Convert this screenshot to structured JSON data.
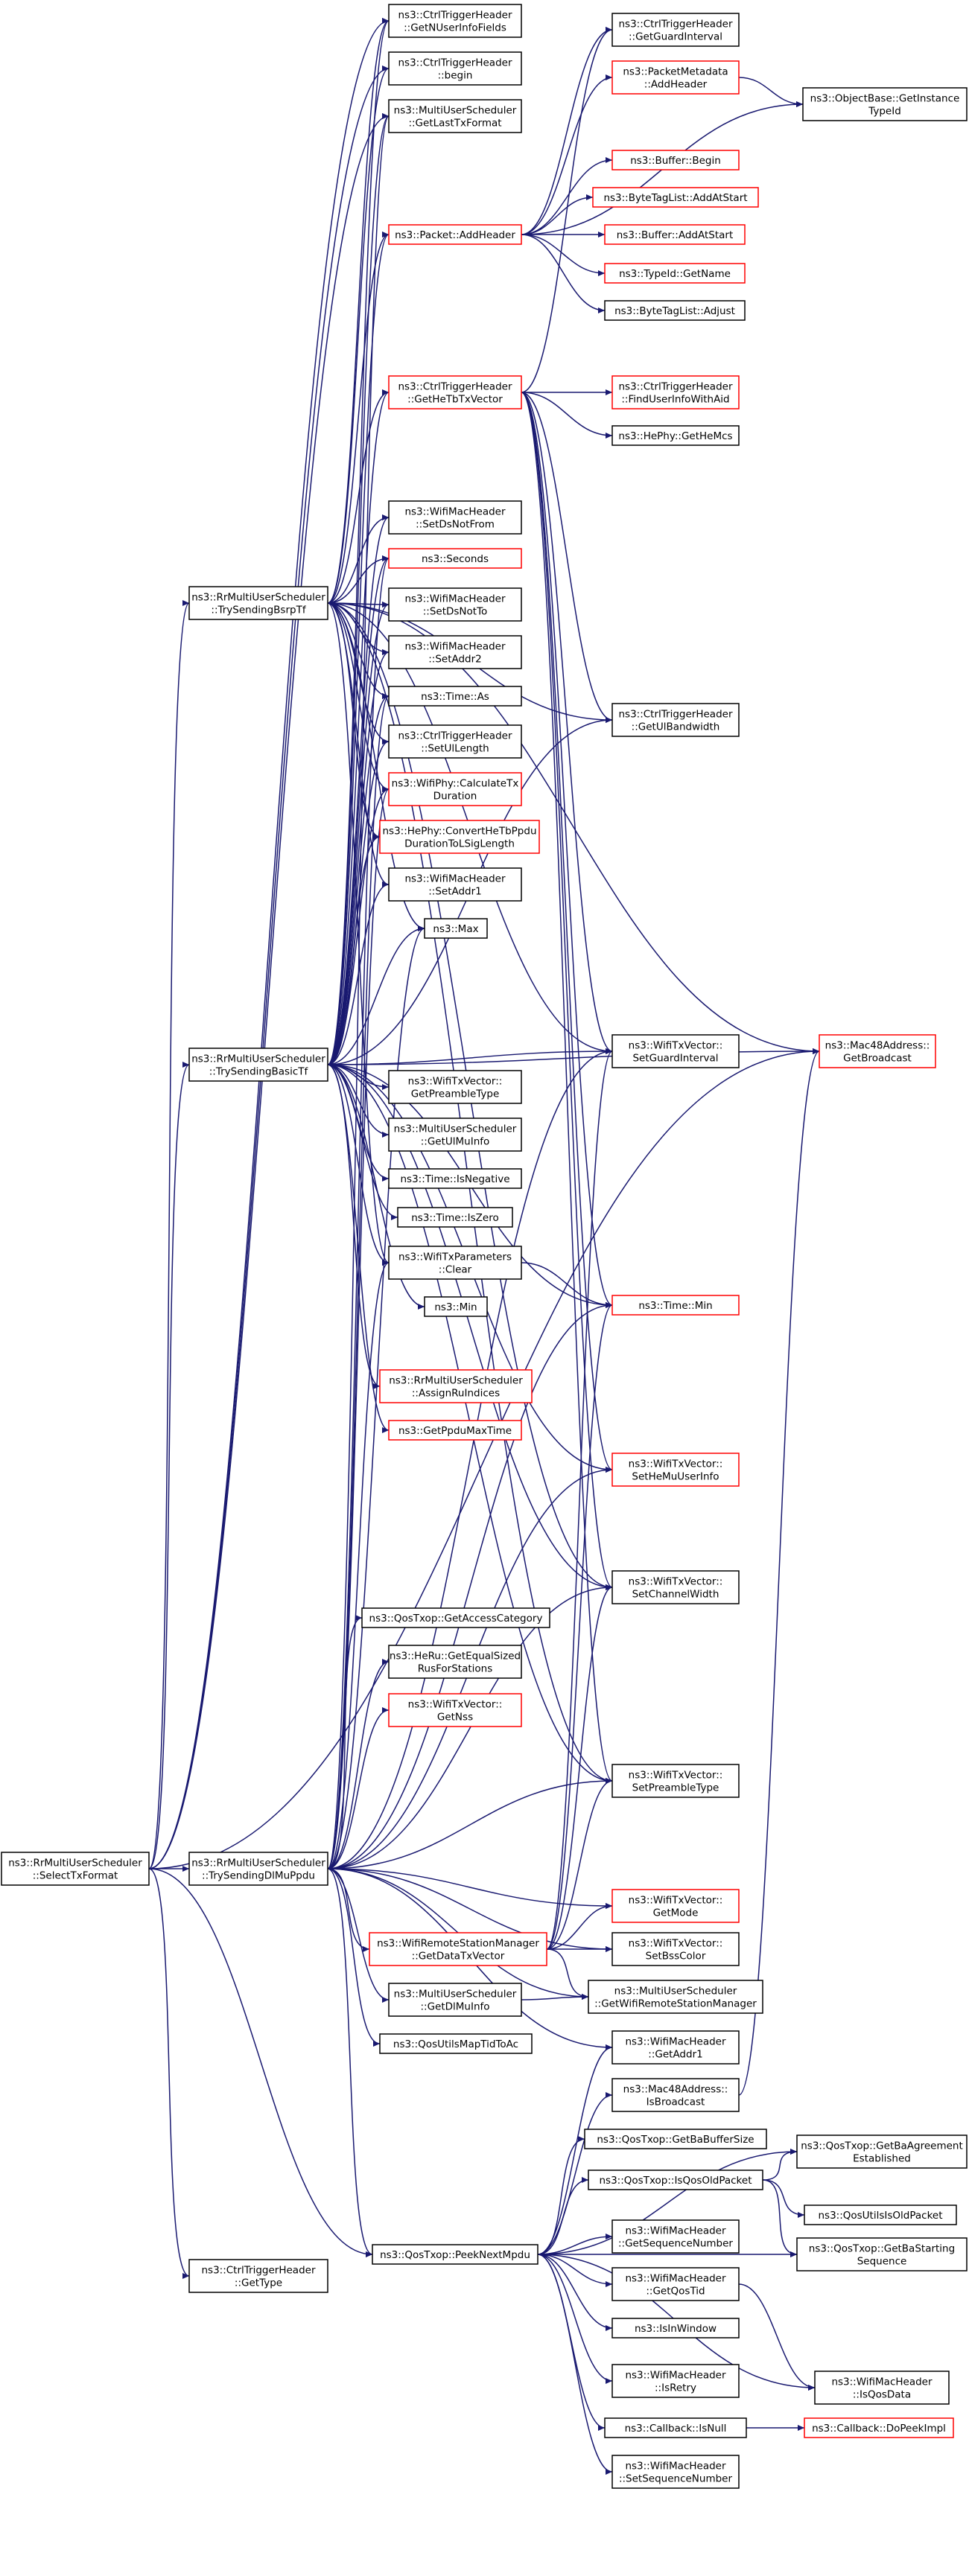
{
  "graph": {
    "title": "",
    "colors": {
      "edge": "#191970",
      "border_plain": "#000000",
      "border_truncated": "#ff0000",
      "root_fill": "#bfbfbf",
      "text": "#000000"
    },
    "nodes": [
      {
        "id": "root",
        "lines": [
          "ns3::RrMultiUserScheduler",
          "::SelectTxFormat"
        ],
        "style": "root"
      },
      {
        "id": "bsrp",
        "lines": [
          "ns3::RrMultiUserScheduler",
          "::TrySendingBsrpTf"
        ],
        "style": "plain"
      },
      {
        "id": "basic",
        "lines": [
          "ns3::RrMultiUserScheduler",
          "::TrySendingBasicTf"
        ],
        "style": "plain"
      },
      {
        "id": "dlmu",
        "lines": [
          "ns3::RrMultiUserScheduler",
          "::TrySendingDlMuPpdu"
        ],
        "style": "plain"
      },
      {
        "id": "gettype",
        "lines": [
          "ns3::CtrlTriggerHeader",
          "::GetType"
        ],
        "style": "plain"
      },
      {
        "id": "nuser",
        "lines": [
          "ns3::CtrlTriggerHeader",
          "::GetNUserInfoFields"
        ],
        "style": "plain"
      },
      {
        "id": "begin",
        "lines": [
          "ns3::CtrlTriggerHeader",
          "::begin"
        ],
        "style": "plain"
      },
      {
        "id": "lasttx",
        "lines": [
          "ns3::MultiUserScheduler",
          "::GetLastTxFormat"
        ],
        "style": "plain"
      },
      {
        "id": "addhdr",
        "lines": [
          "ns3::Packet::AddHeader"
        ],
        "style": "red"
      },
      {
        "id": "hetb",
        "lines": [
          "ns3::CtrlTriggerHeader",
          "::GetHeTbTxVector"
        ],
        "style": "red"
      },
      {
        "id": "dsnotfrom",
        "lines": [
          "ns3::WifiMacHeader",
          "::SetDsNotFrom"
        ],
        "style": "plain"
      },
      {
        "id": "seconds",
        "lines": [
          "ns3::Seconds"
        ],
        "style": "red"
      },
      {
        "id": "dsnotto",
        "lines": [
          "ns3::WifiMacHeader",
          "::SetDsNotTo"
        ],
        "style": "plain"
      },
      {
        "id": "setaddr2",
        "lines": [
          "ns3::WifiMacHeader",
          "::SetAddr2"
        ],
        "style": "plain"
      },
      {
        "id": "timeas",
        "lines": [
          "ns3::Time::As"
        ],
        "style": "plain"
      },
      {
        "id": "ullength",
        "lines": [
          "ns3::CtrlTriggerHeader",
          "::SetUlLength"
        ],
        "style": "plain"
      },
      {
        "id": "calctx",
        "lines": [
          "ns3::WifiPhy::CalculateTx",
          "Duration"
        ],
        "style": "red"
      },
      {
        "id": "convert",
        "lines": [
          "ns3::HePhy::ConvertHeTbPpdu",
          "DurationToLSigLength"
        ],
        "style": "red"
      },
      {
        "id": "setaddr1",
        "lines": [
          "ns3::WifiMacHeader",
          "::SetAddr1"
        ],
        "style": "plain"
      },
      {
        "id": "max",
        "lines": [
          "ns3::Max"
        ],
        "style": "plain"
      },
      {
        "id": "preamble",
        "lines": [
          "ns3::WifiTxVector::",
          "GetPreambleType"
        ],
        "style": "plain"
      },
      {
        "id": "ulmuinfo",
        "lines": [
          "ns3::MultiUserScheduler",
          "::GetUlMuInfo"
        ],
        "style": "plain"
      },
      {
        "id": "isneg",
        "lines": [
          "ns3::Time::IsNegative"
        ],
        "style": "plain"
      },
      {
        "id": "iszero",
        "lines": [
          "ns3::Time::IsZero"
        ],
        "style": "plain"
      },
      {
        "id": "clear",
        "lines": [
          "ns3::WifiTxParameters",
          "::Clear"
        ],
        "style": "plain"
      },
      {
        "id": "min",
        "lines": [
          "ns3::Min"
        ],
        "style": "plain"
      },
      {
        "id": "assignru",
        "lines": [
          "ns3::RrMultiUserScheduler",
          "::AssignRuIndices"
        ],
        "style": "red"
      },
      {
        "id": "ppdumax",
        "lines": [
          "ns3::GetPpduMaxTime"
        ],
        "style": "red"
      },
      {
        "id": "accesscat",
        "lines": [
          "ns3::QosTxop::GetAccessCategory"
        ],
        "style": "plain"
      },
      {
        "id": "equalsized",
        "lines": [
          "ns3::HeRu::GetEqualSized",
          "RusForStations"
        ],
        "style": "plain"
      },
      {
        "id": "getnss",
        "lines": [
          "ns3::WifiTxVector::",
          "GetNss"
        ],
        "style": "red"
      },
      {
        "id": "getdatatx",
        "lines": [
          "ns3::WifiRemoteStationManager",
          "::GetDataTxVector"
        ],
        "style": "red"
      },
      {
        "id": "dlmuinfo",
        "lines": [
          "ns3::MultiUserScheduler",
          "::GetDlMuInfo"
        ],
        "style": "plain"
      },
      {
        "id": "mapqos",
        "lines": [
          "ns3::QosUtilsMapTidToAc"
        ],
        "style": "plain"
      },
      {
        "id": "peek",
        "lines": [
          "ns3::QosTxop::PeekNextMpdu"
        ],
        "style": "plain"
      },
      {
        "id": "guardint",
        "lines": [
          "ns3::CtrlTriggerHeader",
          "::GetGuardInterval"
        ],
        "style": "plain"
      },
      {
        "id": "pktmeta",
        "lines": [
          "ns3::PacketMetadata",
          "::AddHeader"
        ],
        "style": "red"
      },
      {
        "id": "bufbegin",
        "lines": [
          "ns3::Buffer::Begin"
        ],
        "style": "red"
      },
      {
        "id": "btaddstart",
        "lines": [
          "ns3::ByteTagList::AddAtStart"
        ],
        "style": "red"
      },
      {
        "id": "bufaddstart",
        "lines": [
          "ns3::Buffer::AddAtStart"
        ],
        "style": "red"
      },
      {
        "id": "typeidname",
        "lines": [
          "ns3::TypeId::GetName"
        ],
        "style": "red"
      },
      {
        "id": "btadjust",
        "lines": [
          "ns3::ByteTagList::Adjust"
        ],
        "style": "plain"
      },
      {
        "id": "finduser",
        "lines": [
          "ns3::CtrlTriggerHeader",
          "::FindUserInfoWithAid"
        ],
        "style": "red"
      },
      {
        "id": "hemcs",
        "lines": [
          "ns3::HePhy::GetHeMcs"
        ],
        "style": "plain"
      },
      {
        "id": "ulbw",
        "lines": [
          "ns3::CtrlTriggerHeader",
          "::GetUlBandwidth"
        ],
        "style": "plain"
      },
      {
        "id": "setgi",
        "lines": [
          "ns3::WifiTxVector::",
          "SetGuardInterval"
        ],
        "style": "plain"
      },
      {
        "id": "timemin",
        "lines": [
          "ns3::Time::Min"
        ],
        "style": "red"
      },
      {
        "id": "hemuuser",
        "lines": [
          "ns3::WifiTxVector::",
          "SetHeMuUserInfo"
        ],
        "style": "red"
      },
      {
        "id": "chwidth",
        "lines": [
          "ns3::WifiTxVector::",
          "SetChannelWidth"
        ],
        "style": "plain"
      },
      {
        "id": "setpreamble",
        "lines": [
          "ns3::WifiTxVector::",
          "SetPreambleType"
        ],
        "style": "plain"
      },
      {
        "id": "getmode",
        "lines": [
          "ns3::WifiTxVector::",
          "GetMode"
        ],
        "style": "red"
      },
      {
        "id": "bsscolor",
        "lines": [
          "ns3::WifiTxVector::",
          "SetBssColor"
        ],
        "style": "plain"
      },
      {
        "id": "getwrsm",
        "lines": [
          "ns3::MultiUserScheduler",
          "::GetWifiRemoteStationManager"
        ],
        "style": "plain"
      },
      {
        "id": "getaddr1",
        "lines": [
          "ns3::WifiMacHeader",
          "::GetAddr1"
        ],
        "style": "plain"
      },
      {
        "id": "isbcast",
        "lines": [
          "ns3::Mac48Address::",
          "IsBroadcast"
        ],
        "style": "plain"
      },
      {
        "id": "babuf",
        "lines": [
          "ns3::QosTxop::GetBaBufferSize"
        ],
        "style": "plain"
      },
      {
        "id": "isqosold",
        "lines": [
          "ns3::QosTxop::IsQosOldPacket"
        ],
        "style": "plain"
      },
      {
        "id": "getseq",
        "lines": [
          "ns3::WifiMacHeader",
          "::GetSequenceNumber"
        ],
        "style": "plain"
      },
      {
        "id": "qostid",
        "lines": [
          "ns3::WifiMacHeader",
          "::GetQosTid"
        ],
        "style": "plain"
      },
      {
        "id": "isinwin",
        "lines": [
          "ns3::IsInWindow"
        ],
        "style": "plain"
      },
      {
        "id": "isretry",
        "lines": [
          "ns3::WifiMacHeader",
          "::IsRetry"
        ],
        "style": "plain"
      },
      {
        "id": "cbnull",
        "lines": [
          "ns3::Callback::IsNull"
        ],
        "style": "plain"
      },
      {
        "id": "setseq",
        "lines": [
          "ns3::WifiMacHeader",
          "::SetSequenceNumber"
        ],
        "style": "plain"
      },
      {
        "id": "objbase",
        "lines": [
          "ns3::ObjectBase::GetInstance",
          "TypeId"
        ],
        "style": "plain"
      },
      {
        "id": "getbcast",
        "lines": [
          "ns3::Mac48Address::",
          "GetBroadcast"
        ],
        "style": "red"
      },
      {
        "id": "baagree",
        "lines": [
          "ns3::QosTxop::GetBaAgreement",
          "Established"
        ],
        "style": "plain"
      },
      {
        "id": "qosold",
        "lines": [
          "ns3::QosUtilsIsOldPacket"
        ],
        "style": "plain"
      },
      {
        "id": "bastart",
        "lines": [
          "ns3::QosTxop::GetBaStarting",
          "Sequence"
        ],
        "style": "plain"
      },
      {
        "id": "isqosdata",
        "lines": [
          "ns3::WifiMacHeader",
          "::IsQosData"
        ],
        "style": "plain"
      },
      {
        "id": "dopeek",
        "lines": [
          "ns3::Callback::DoPeekImpl"
        ],
        "style": "red"
      }
    ],
    "edges": [
      [
        "root",
        "bsrp"
      ],
      [
        "root",
        "basic"
      ],
      [
        "root",
        "dlmu"
      ],
      [
        "root",
        "gettype"
      ],
      [
        "root",
        "peek"
      ],
      [
        "root",
        "getbcast"
      ],
      [
        "root",
        "nuser"
      ],
      [
        "root",
        "begin"
      ],
      [
        "root",
        "lasttx"
      ],
      [
        "bsrp",
        "nuser"
      ],
      [
        "bsrp",
        "begin"
      ],
      [
        "bsrp",
        "addhdr"
      ],
      [
        "bsrp",
        "hetb"
      ],
      [
        "bsrp",
        "dsnotfrom"
      ],
      [
        "bsrp",
        "seconds"
      ],
      [
        "bsrp",
        "dsnotto"
      ],
      [
        "bsrp",
        "setaddr2"
      ],
      [
        "bsrp",
        "timeas"
      ],
      [
        "bsrp",
        "ullength"
      ],
      [
        "bsrp",
        "calctx"
      ],
      [
        "bsrp",
        "convert"
      ],
      [
        "bsrp",
        "setaddr1"
      ],
      [
        "bsrp",
        "max"
      ],
      [
        "bsrp",
        "getbcast"
      ],
      [
        "bsrp",
        "setgi"
      ],
      [
        "bsrp",
        "chwidth"
      ],
      [
        "bsrp",
        "setpreamble"
      ],
      [
        "bsrp",
        "ulbw"
      ],
      [
        "bsrp",
        "clear"
      ],
      [
        "basic",
        "lasttx"
      ],
      [
        "basic",
        "addhdr"
      ],
      [
        "basic",
        "hetb"
      ],
      [
        "basic",
        "dsnotfrom"
      ],
      [
        "basic",
        "seconds"
      ],
      [
        "basic",
        "dsnotto"
      ],
      [
        "basic",
        "setaddr2"
      ],
      [
        "basic",
        "timeas"
      ],
      [
        "basic",
        "ullength"
      ],
      [
        "basic",
        "calctx"
      ],
      [
        "basic",
        "convert"
      ],
      [
        "basic",
        "setaddr1"
      ],
      [
        "basic",
        "max"
      ],
      [
        "basic",
        "preamble"
      ],
      [
        "basic",
        "ulmuinfo"
      ],
      [
        "basic",
        "isneg"
      ],
      [
        "basic",
        "iszero"
      ],
      [
        "basic",
        "clear"
      ],
      [
        "basic",
        "min"
      ],
      [
        "basic",
        "assignru"
      ],
      [
        "basic",
        "ppdumax"
      ],
      [
        "basic",
        "getbcast"
      ],
      [
        "basic",
        "setgi"
      ],
      [
        "basic",
        "timemin"
      ],
      [
        "basic",
        "hemuuser"
      ],
      [
        "basic",
        "chwidth"
      ],
      [
        "basic",
        "setpreamble"
      ],
      [
        "basic",
        "ulbw"
      ],
      [
        "basic",
        "nuser"
      ],
      [
        "dlmu",
        "accesscat"
      ],
      [
        "dlmu",
        "equalsized"
      ],
      [
        "dlmu",
        "getnss"
      ],
      [
        "dlmu",
        "getdatatx"
      ],
      [
        "dlmu",
        "dlmuinfo"
      ],
      [
        "dlmu",
        "mapqos"
      ],
      [
        "dlmu",
        "peek"
      ],
      [
        "dlmu",
        "clear"
      ],
      [
        "dlmu",
        "calctx"
      ],
      [
        "dlmu",
        "seconds"
      ],
      [
        "dlmu",
        "timeas"
      ],
      [
        "dlmu",
        "max"
      ],
      [
        "dlmu",
        "lasttx"
      ],
      [
        "dlmu",
        "setgi"
      ],
      [
        "dlmu",
        "timemin"
      ],
      [
        "dlmu",
        "hemuuser"
      ],
      [
        "dlmu",
        "chwidth"
      ],
      [
        "dlmu",
        "setpreamble"
      ],
      [
        "dlmu",
        "getmode"
      ],
      [
        "dlmu",
        "bsscolor"
      ],
      [
        "dlmu",
        "getwrsm"
      ],
      [
        "dlmu",
        "getaddr1"
      ],
      [
        "addhdr",
        "guardint"
      ],
      [
        "addhdr",
        "pktmeta"
      ],
      [
        "addhdr",
        "bufbegin"
      ],
      [
        "addhdr",
        "btaddstart"
      ],
      [
        "addhdr",
        "bufaddstart"
      ],
      [
        "addhdr",
        "typeidname"
      ],
      [
        "addhdr",
        "btadjust"
      ],
      [
        "addhdr",
        "objbase"
      ],
      [
        "pktmeta",
        "objbase"
      ],
      [
        "hetb",
        "finduser"
      ],
      [
        "hetb",
        "hemcs"
      ],
      [
        "hetb",
        "ulbw"
      ],
      [
        "hetb",
        "setgi"
      ],
      [
        "hetb",
        "timemin"
      ],
      [
        "hetb",
        "chwidth"
      ],
      [
        "hetb",
        "setpreamble"
      ],
      [
        "hetb",
        "hemuuser"
      ],
      [
        "hetb",
        "guardint"
      ],
      [
        "clear",
        "timemin"
      ],
      [
        "getdatatx",
        "getmode"
      ],
      [
        "getdatatx",
        "bsscolor"
      ],
      [
        "getdatatx",
        "getwrsm"
      ],
      [
        "getdatatx",
        "chwidth"
      ],
      [
        "getdatatx",
        "setpreamble"
      ],
      [
        "getdatatx",
        "setgi"
      ],
      [
        "getdatatx",
        "timemin"
      ],
      [
        "dlmuinfo",
        "getwrsm"
      ],
      [
        "isbcast",
        "getbcast"
      ],
      [
        "peek",
        "isbcast"
      ],
      [
        "peek",
        "getaddr1"
      ],
      [
        "peek",
        "babuf"
      ],
      [
        "peek",
        "isqosold"
      ],
      [
        "peek",
        "baagree"
      ],
      [
        "peek",
        "bastart"
      ],
      [
        "peek",
        "getseq"
      ],
      [
        "peek",
        "qostid"
      ],
      [
        "peek",
        "isinwin"
      ],
      [
        "peek",
        "isqosdata"
      ],
      [
        "peek",
        "isretry"
      ],
      [
        "peek",
        "cbnull"
      ],
      [
        "peek",
        "setseq"
      ],
      [
        "isqosold",
        "baagree"
      ],
      [
        "isqosold",
        "qosold"
      ],
      [
        "isqosold",
        "bastart"
      ],
      [
        "qostid",
        "isqosdata"
      ],
      [
        "cbnull",
        "dopeek"
      ]
    ]
  }
}
